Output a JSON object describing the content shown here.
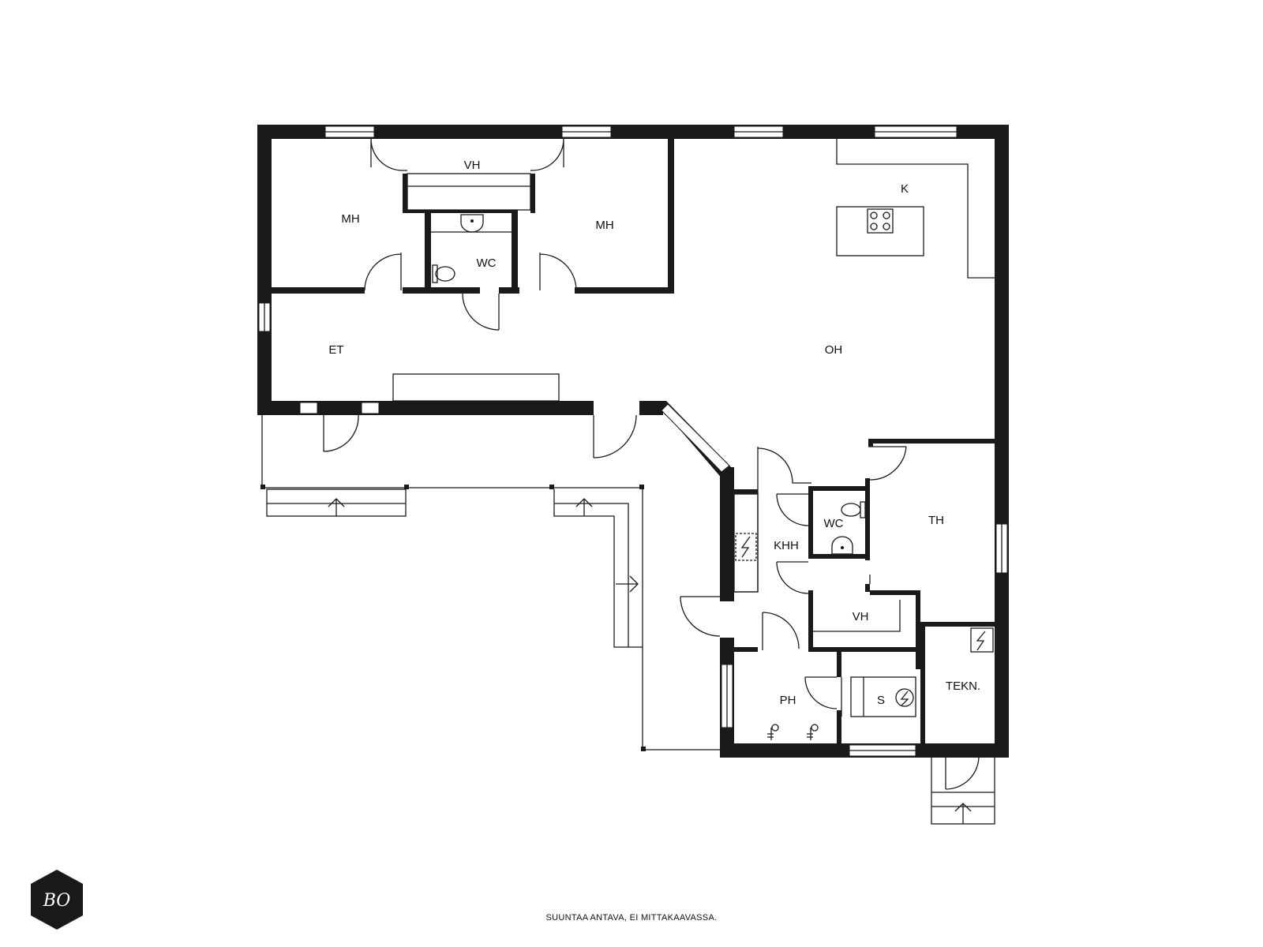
{
  "rooms": {
    "mh_left": "MH",
    "vh_top": "VH",
    "wc_top": "WC",
    "mh_right": "MH",
    "k": "K",
    "et": "ET",
    "oh": "OH",
    "wc_mid": "WC",
    "khh": "KHH",
    "th": "TH",
    "vh_mid": "VH",
    "ph": "PH",
    "s": "S",
    "tekn": "TEKN."
  },
  "footer": {
    "disclaimer": "SUUNTAA ANTAVA, EI MITTAKAAVASSA.",
    "logo_text": "BO"
  },
  "colors": {
    "wall": "#1a1a1a",
    "background": "#ffffff",
    "line": "#1a1a1a"
  },
  "icons": [
    "stove-icon",
    "toilet-icon",
    "sink-icon",
    "electric-panel-icon",
    "sauna-stove-icon",
    "shower-icon",
    "entry-arrow-icon",
    "logo-hexagon-icon"
  ]
}
